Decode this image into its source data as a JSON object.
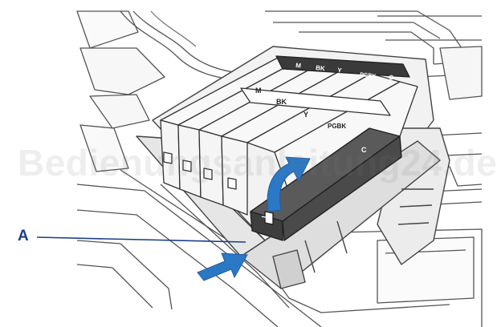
{
  "watermark": "Bedienungsanleitung24.de",
  "callout_label": "A",
  "ink_labels_top": [
    "M",
    "BK",
    "Y",
    "PGBK",
    "C"
  ],
  "ink_labels_front": [
    "M",
    "BK",
    "Y",
    "PGBK",
    "C"
  ],
  "colors": {
    "arrow": "#2a78c6",
    "callout": "#1d3f86",
    "line": "#4a4a4a",
    "tank_dark": "#4b4b4b",
    "tank_light": "#f3f3f3"
  }
}
